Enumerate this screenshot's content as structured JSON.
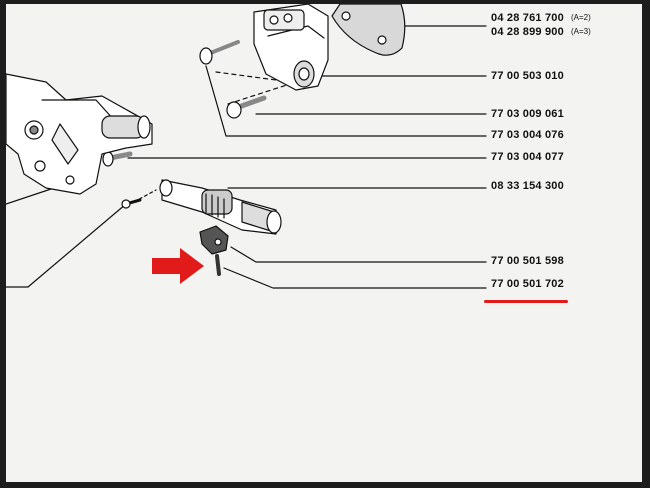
{
  "part_labels": [
    {
      "number": "04 28 761 700",
      "variant": "(A=2)"
    },
    {
      "number": "04 28 899 900",
      "variant": "(A=3)"
    },
    {
      "number": "77 00 503 010"
    },
    {
      "number": "77 03 009 061"
    },
    {
      "number": "77 03 004 076"
    },
    {
      "number": "77 03 004 077"
    },
    {
      "number": "08 33 154 300"
    },
    {
      "number": "77 00 501 598"
    },
    {
      "number": "77 00 501 702"
    }
  ],
  "highlighted_part": "77 00 501 702",
  "colors": {
    "highlight": "#e11a1a",
    "paper": "#f3f3f1",
    "ink": "#111111"
  }
}
